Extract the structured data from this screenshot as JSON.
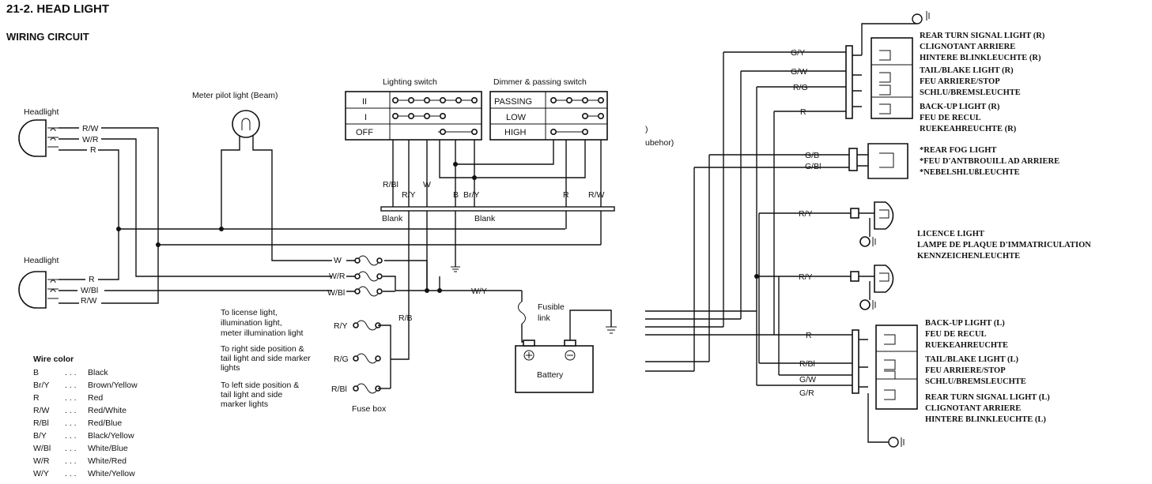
{
  "title": "21-2.  HEAD LIGHT",
  "subtitle": "WIRING CIRCUIT",
  "headlight_label": "Headlight",
  "meter_pilot_label": "Meter pilot light (Beam)",
  "lighting_switch_label": "Lighting switch",
  "dimmer_switch_label": "Dimmer & passing switch",
  "lighting_rows": [
    "II",
    "I",
    "OFF"
  ],
  "dimmer_rows": [
    "PASSING",
    "LOW",
    "HIGH"
  ],
  "headlight_upper_wires": [
    "R/W",
    "W/R",
    "R"
  ],
  "headlight_lower_wires": [
    "R",
    "W/Bl",
    "R/W"
  ],
  "switch_wires": {
    "rbl": "R/Bl",
    "ry": "R/Y",
    "w": "W",
    "b": "B",
    "bry": "Br/Y",
    "r": "R",
    "rw": "R/W"
  },
  "blank_labels": [
    "Blank",
    "Blank"
  ],
  "fuse_wires": [
    "W",
    "W/R",
    "W/Bl"
  ],
  "wy_label": "W/Y",
  "rb_label": "R/B",
  "fusible_link_label": "Fusible\nlink",
  "battery_label": "Battery",
  "fuse_box_label": "Fuse box",
  "fuse_outputs": [
    {
      "wire": "R/Y",
      "text": "To license light,\nillumination light,\nmeter illumination light"
    },
    {
      "wire": "R/G",
      "text": "To right side position &\ntail light and side marker\nlights"
    },
    {
      "wire": "R/Bl",
      "text": "To left side position &\ntail light and side\nmarker lights"
    }
  ],
  "wire_color_title": "Wire color",
  "wire_colors": [
    {
      "code": "B",
      "name": "Black"
    },
    {
      "code": "Br/Y",
      "name": "Brown/Yellow"
    },
    {
      "code": "R",
      "name": "Red"
    },
    {
      "code": "R/W",
      "name": "Red/White"
    },
    {
      "code": "R/Bl",
      "name": "Red/Blue"
    },
    {
      "code": "B/Y",
      "name": "Black/Yellow"
    },
    {
      "code": "W/Bl",
      "name": "White/Blue"
    },
    {
      "code": "W/R",
      "name": "White/Red"
    },
    {
      "code": "W/Y",
      "name": "White/Yellow"
    }
  ],
  "center_fragments": [
    ")",
    "ubehor)"
  ],
  "right_wires_top": [
    "G/Y",
    "G/W",
    "R/G",
    "R"
  ],
  "rear_right_labels": [
    "REAR TURN SIGNAL LIGHT (R)\nCLIGNOTANT ARRIERE\nHINTERE BLINKLEUCHTE (R)",
    "TAIL/BLAKE LIGHT (R)\nFEU ARRIERE/STOP\nSCHLU/BREMSLEUCHTE",
    "BACK-UP LIGHT (R)\nFEU DE RECUL\nRUEKEAHREUCHTE (R)"
  ],
  "fog_wires": [
    "G/B",
    "G/Bl"
  ],
  "fog_label": "*REAR FOG LIGHT\n*FEU D'ANTBROUILL AD ARRIERE\n*NEBELSHLUßLEUCHTE",
  "licence_wires": [
    "R/Y",
    "R/Y"
  ],
  "licence_label": "LICENCE LIGHT\nLAMPE DE PLAQUE D'IMMATRICULATION\nKENNZEICHENLEUCHTE",
  "right_wires_bottom": [
    "R",
    "R/Bl",
    "G/W",
    "G/R"
  ],
  "rear_left_labels": [
    "BACK-UP LIGHT (L)\nFEU DE RECUL\nRUEKEAHREUCHTE",
    "TAIL/BLAKE LIGHT (L)\nFEU ARRIERE/STOP\nSCHLU/BREMSLEUCHTE",
    "REAR TURN SIGNAL LIGHT (L)\nCLIGNOTANT ARRIERE\nHINTERE BLINKLEUCHTE (L)"
  ],
  "colors": {
    "ink": "#111111",
    "background": "#ffffff"
  }
}
